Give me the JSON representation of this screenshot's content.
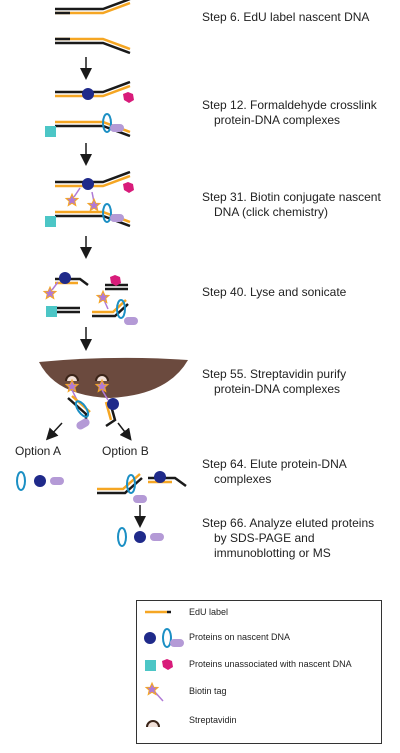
{
  "steps": [
    {
      "lines": [
        "Step 6. EdU label nascent DNA"
      ]
    },
    {
      "lines": [
        "Step 12. Formaldehyde crosslink",
        "protein-DNA complexes"
      ]
    },
    {
      "lines": [
        "Step 31. Biotin conjugate nascent",
        "DNA (click chemistry)"
      ]
    },
    {
      "lines": [
        "Step 40. Lyse and sonicate"
      ]
    },
    {
      "lines": [
        "Step 55. Streptavidin purify",
        "protein-DNA complexes"
      ]
    },
    {
      "lines": [
        "Step 64. Elute protein-DNA",
        "complexes"
      ]
    },
    {
      "lines": [
        "Step 66. Analyze eluted proteins",
        "by SDS-PAGE and",
        "immunoblotting or MS"
      ]
    }
  ],
  "options": {
    "a": "Option A",
    "b": "Option B"
  },
  "legend": [
    {
      "icon": "edu-label-line-icon",
      "label": "EdU label"
    },
    {
      "icon": "nascent-dna-proteins-icon",
      "label": "Proteins on nascent DNA"
    },
    {
      "icon": "unassociated-proteins-icon",
      "label": "Proteins unassociated with nascent DNA"
    },
    {
      "icon": "biotin-tag-icon",
      "label": "Biotin tag"
    },
    {
      "icon": "streptavidin-icon",
      "label": "Streptavidin"
    }
  ],
  "colors": {
    "dna": "#1a1a1a",
    "edu": "#f5a623",
    "protein_dark_blue": "#1f2a8a",
    "protein_ring": "#1b8fc4",
    "protein_lilac": "#b49ad6",
    "unassoc_teal": "#4cc6c6",
    "unassoc_magenta": "#d81b7a",
    "biotin_star": "#b07ad6",
    "biotin_outline": "#f5a623",
    "streptavidin_bead": "#6b4a3e"
  }
}
